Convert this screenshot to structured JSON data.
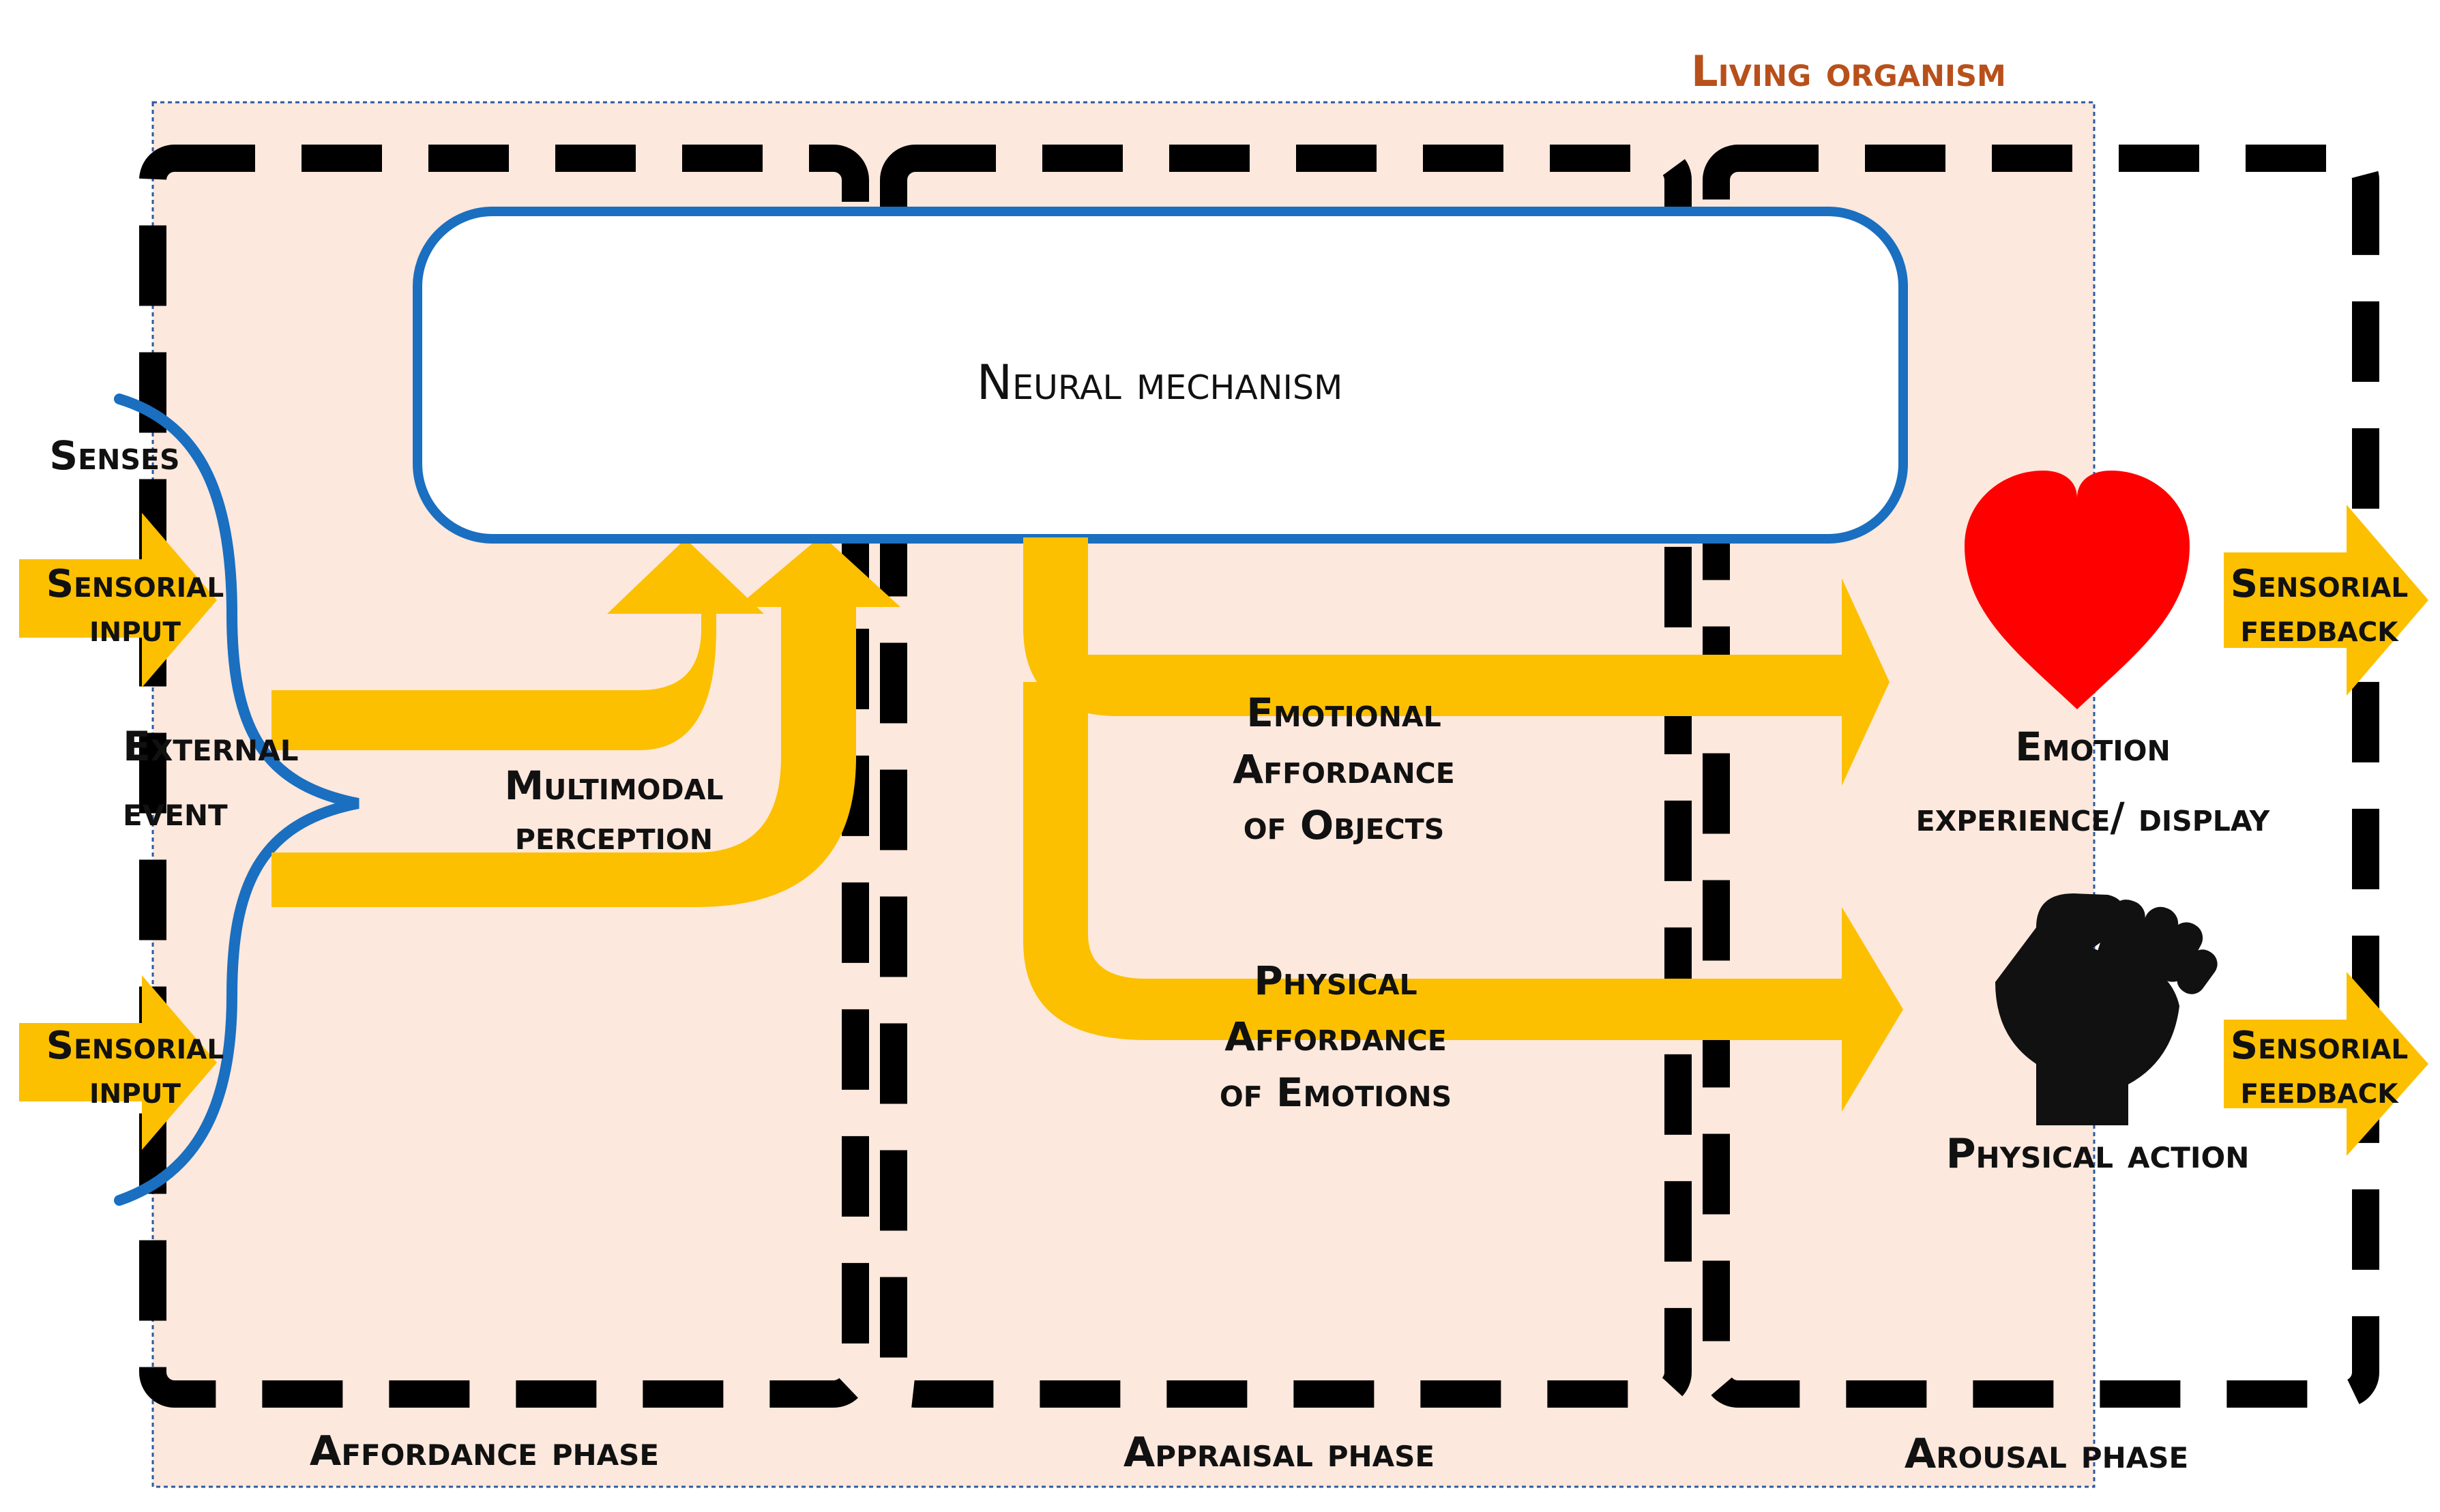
{
  "title": "Living organism",
  "neural_mechanism": "Neural mechanism",
  "senses": "Senses",
  "sensorial_input": [
    "Sensorial",
    "input"
  ],
  "external_event": [
    "External",
    "event"
  ],
  "multimodal_perception": [
    "Multimodal",
    "perception"
  ],
  "emotional_affordance": [
    "Emotional",
    "Affordance",
    "of Objects"
  ],
  "physical_affordance": [
    "Physical",
    "Affordance",
    "of Emotions"
  ],
  "emotion": [
    "Emotion",
    "experience/ display"
  ],
  "physical_action": "Physical action",
  "sensorial_feedback": [
    "Sensorial",
    "feedback"
  ],
  "phases": [
    "Affordance phase",
    "Appraisal phase",
    "Arousal phase"
  ],
  "colors": {
    "organism_fill": "#fde8dd",
    "organism_border": "#2c5aa0",
    "title": "#b8501b",
    "brace_and_box": "#1a6fc0",
    "arrow": "#fcc000",
    "dashed_phase": "#000000",
    "heart": "#ff0000",
    "fist": "#111111"
  },
  "icons": [
    "heart-icon",
    "fist-icon"
  ]
}
